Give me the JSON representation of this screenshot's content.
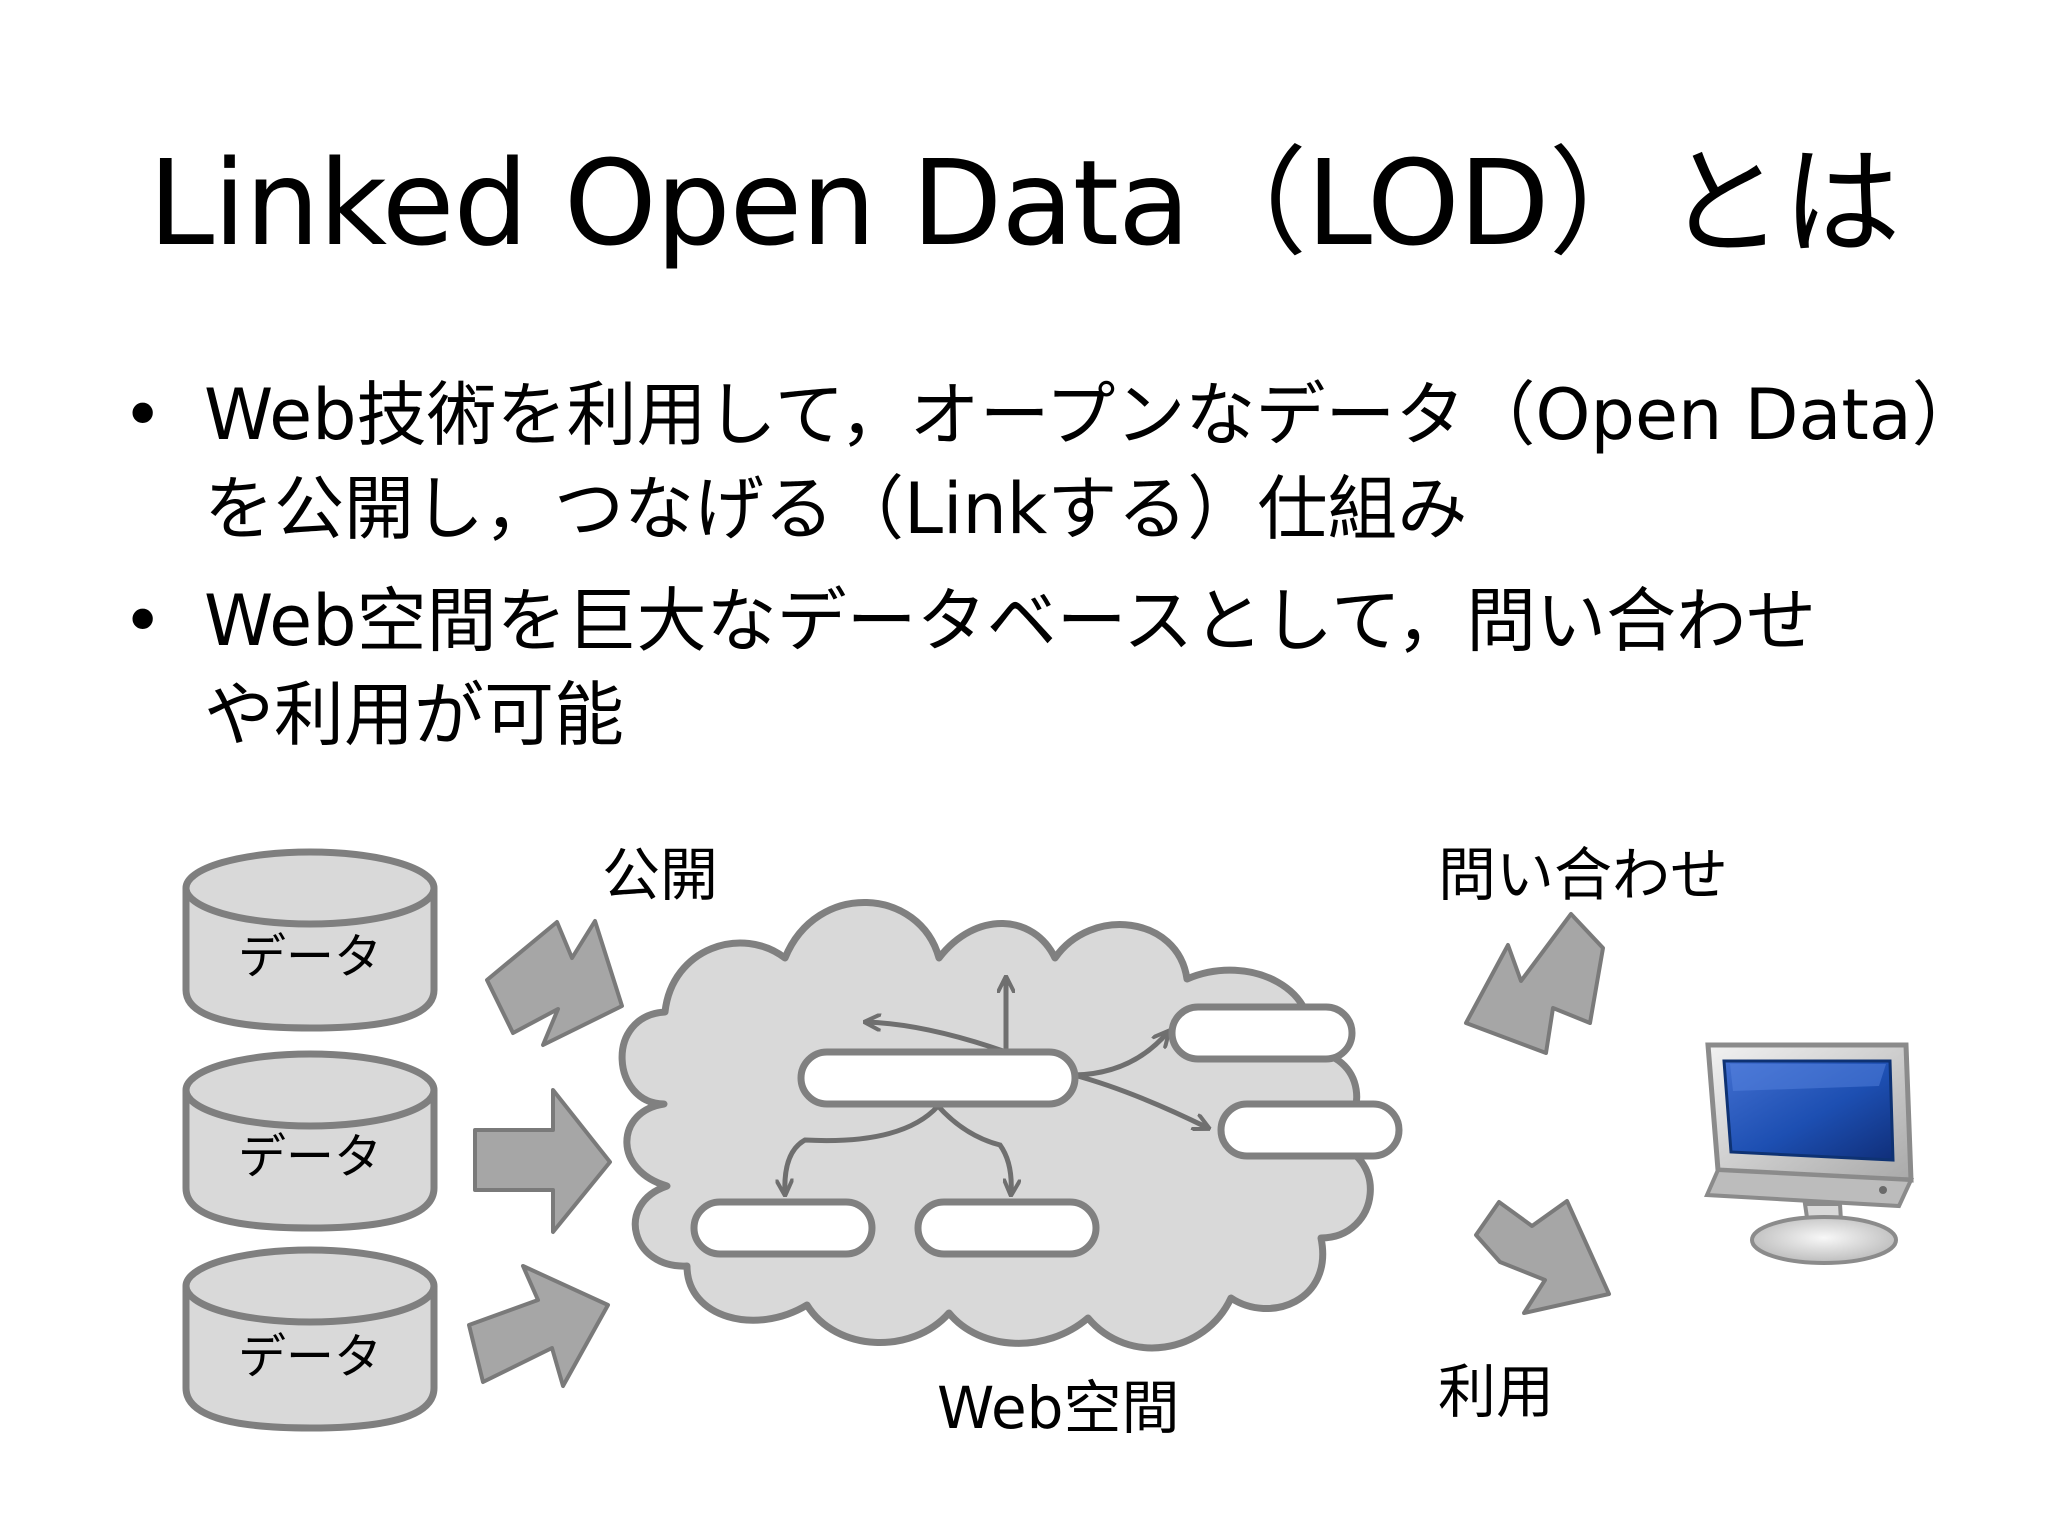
{
  "slide": {
    "title": "Linked Open Data（LOD）とは",
    "bullets": [
      {
        "marker": "•",
        "lines": [
          "Web技術を利用して，オープンなデータ（Open Data）",
          "を公開し，つなげる（Linkする）仕組み"
        ]
      },
      {
        "marker": "•",
        "lines": [
          "Web空間を巨大なデータベースとして，問い合わせ",
          "や利用が可能"
        ]
      }
    ]
  },
  "diagram": {
    "databases": [
      {
        "label": "データ"
      },
      {
        "label": "データ"
      },
      {
        "label": "データ"
      }
    ],
    "labels": {
      "publish": "公開",
      "query": "問い合わせ",
      "use": "利用",
      "web_space": "Web空間"
    },
    "colors": {
      "cylinder_fill": "#d9d9d9",
      "cylinder_stroke": "#7f7f7f",
      "cloud_fill": "#d9d9d9",
      "arrow_fill": "#a6a6a6",
      "node_fill": "#ffffff",
      "node_stroke": "#808080",
      "monitor_screen": "#1d4fb2"
    },
    "icons": {
      "computer": "monitor-icon"
    }
  }
}
